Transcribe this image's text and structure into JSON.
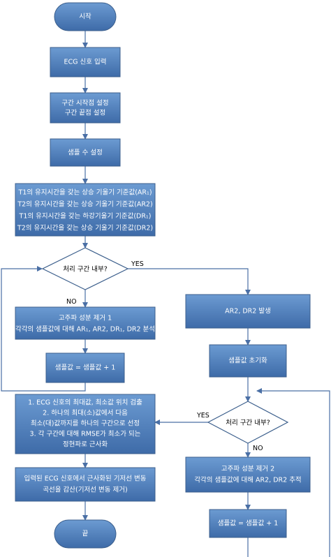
{
  "nodes": {
    "start": "시작",
    "ecg_input": "ECG 신호 입력",
    "interval_set": [
      "구간 시작점 설정",
      "구간 끝점 설정"
    ],
    "sample_count": "샘플 수 설정",
    "thresholds": [
      "T1의 유지시간을 갖는 상승 기울기 기준값(AR₁)",
      "T2의 유지시간을 갖는 상승 기울기 기준값(AR2)",
      "T1의 유지시간을 갖는 하강기울기 기준값(DR₁)",
      "T2의 유지시간을 갖는 상승 기울기 기준값(DR2)"
    ],
    "decision1": "처리 구간 내부?",
    "hf_removal1": [
      "고주파 성분 제거 1",
      "각각의 샘플값에 대해 AR₁, AR2, DR₁, DR2 분석"
    ],
    "sample_inc1": "샘플값 = 샘플값 + 1",
    "gen_ar2_dr2": "AR2, DR2 발생",
    "sample_init": "샘플값 초기화",
    "decision2": "처리 구간 내부?",
    "hf_removal2": [
      "고주파 성분 제거 2",
      "각각의 샘플값에 대해 AR2, DR2 추적"
    ],
    "sample_inc2": "샘플값 = 샘플값 + 1",
    "approx_steps": [
      "1. ECG 신호의 최대값, 최소값 위치 검출",
      "2. 하나의 최대(소)값에서 다음",
      "최소(대)값까지를 하나의 구간으로 선정",
      "3. 각 구간에 대해 RMSE가 최소가 되는",
      "정현파로 근사화"
    ],
    "subtract": [
      "입력된 ECG 신호에서 근사화된 기저선 변동",
      "곡선을 감산(기저선 변동 제거)"
    ],
    "end": "끝"
  },
  "edge_labels": {
    "yes1": "YES",
    "no1": "NO",
    "yes2": "YES",
    "no2": "NO"
  },
  "colors": {
    "box_top": "#6c9bd2",
    "box_bottom": "#3e6ba8",
    "arrow": "#4a6fa5"
  }
}
